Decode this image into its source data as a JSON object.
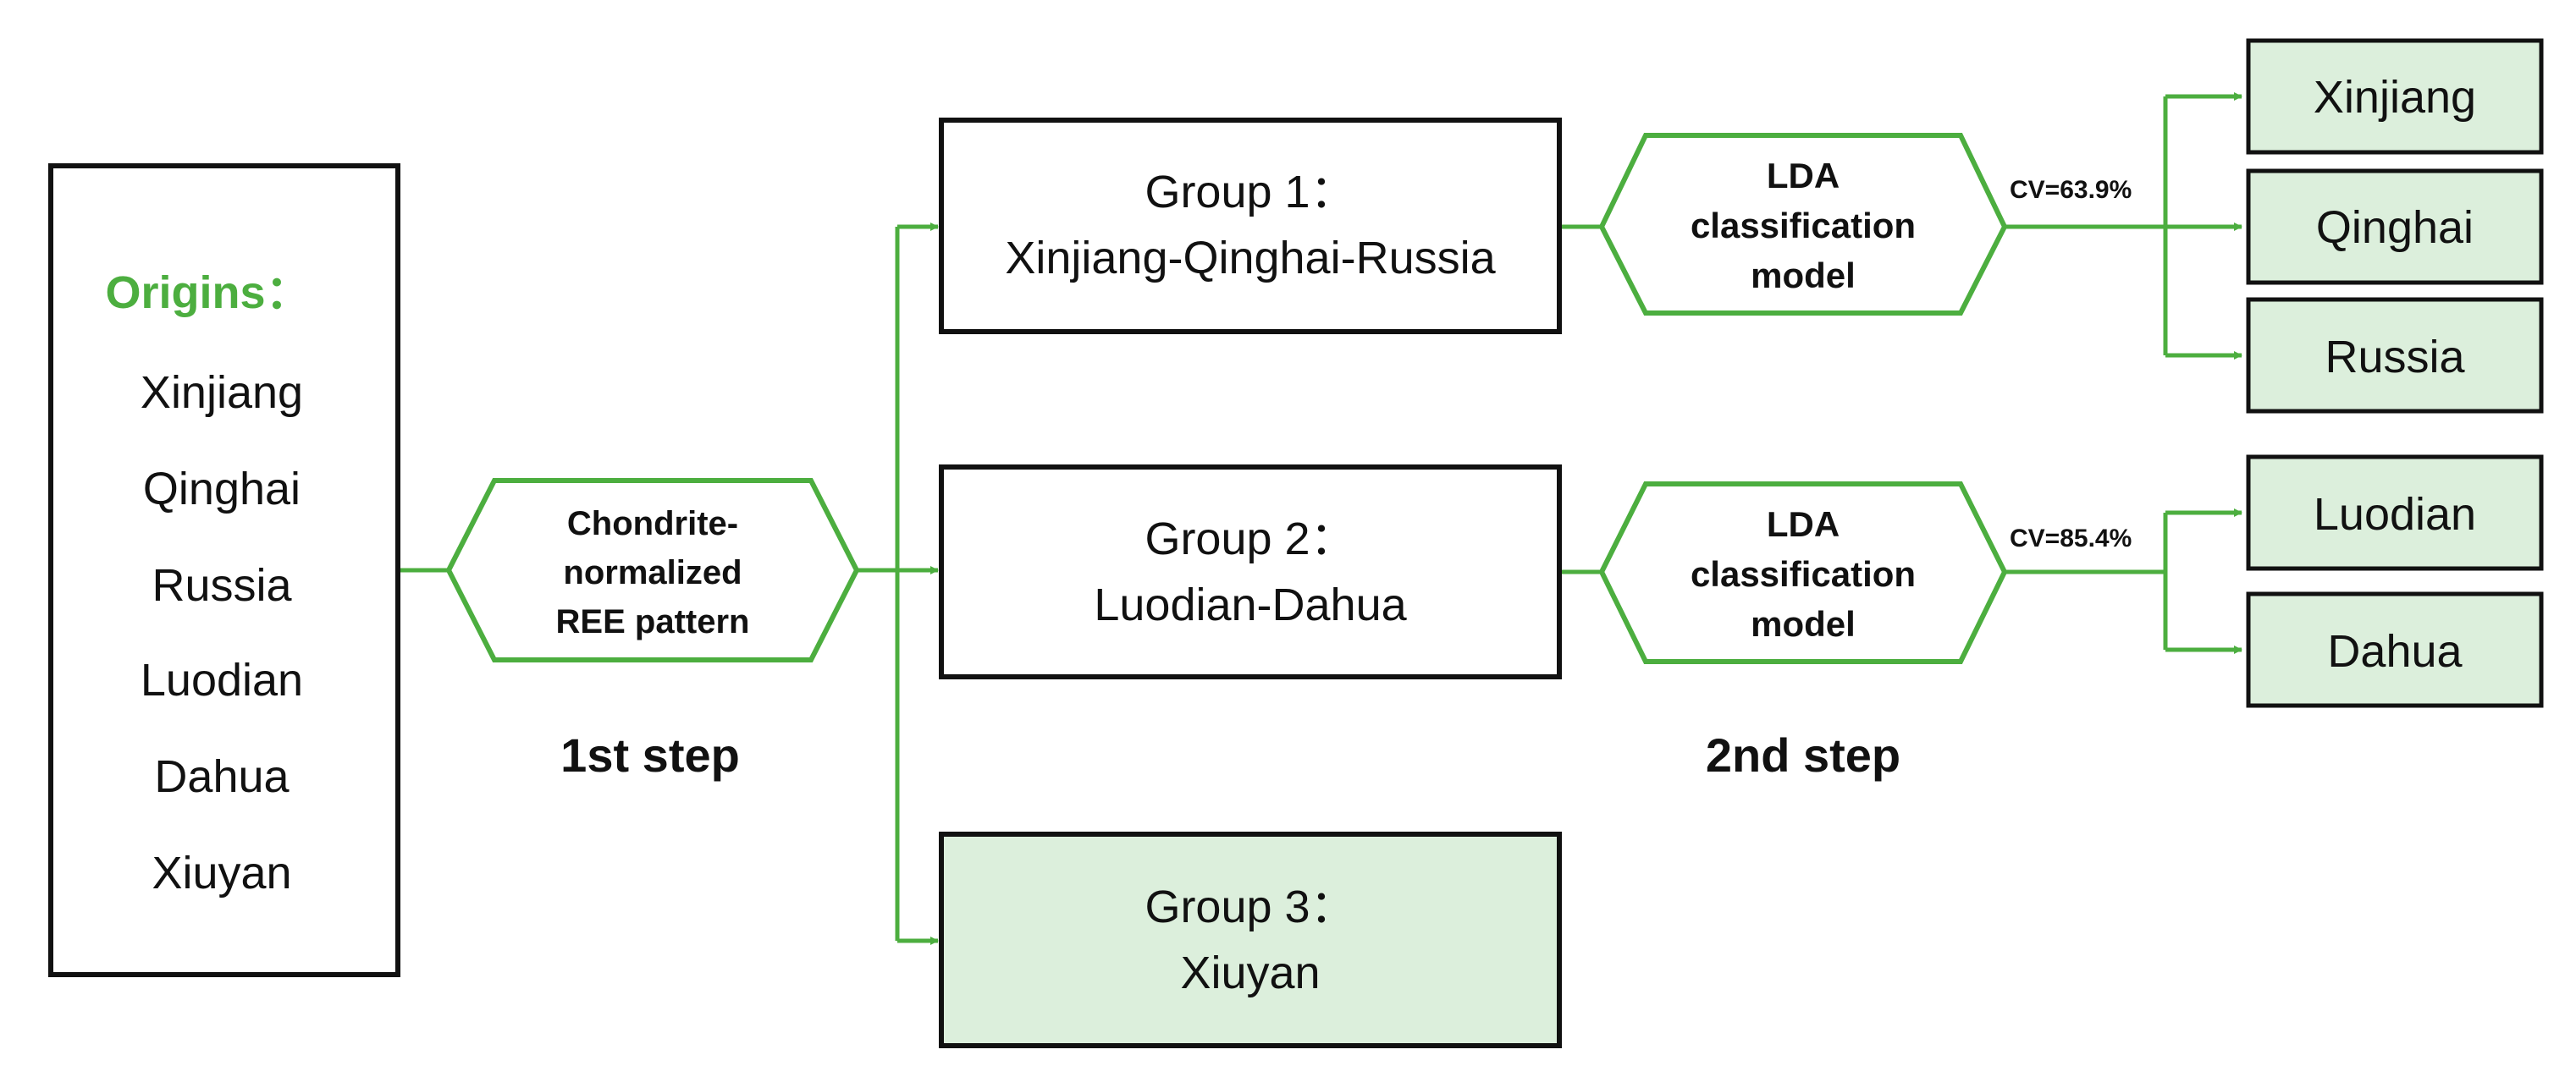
{
  "colors": {
    "accent_green": "#4cae3f",
    "light_green_fill": "#dcefdc",
    "box_border": "#111111",
    "text": "#111111"
  },
  "origins": {
    "title": "Origins：",
    "items": [
      "Xinjiang",
      "Qinghai",
      "Russia",
      "Luodian",
      "Dahua",
      "Xiuyan"
    ]
  },
  "step1": {
    "node_lines": [
      "Chondrite-",
      "normalized",
      "REE pattern"
    ],
    "label": "1st step"
  },
  "groups": [
    {
      "title": "Group 1：",
      "members": "Xinjiang-Qinghai-Russia"
    },
    {
      "title": "Group 2：",
      "members": "Luodian-Dahua"
    },
    {
      "title": "Group 3：",
      "members": "Xiuyan"
    }
  ],
  "step2": {
    "label": "2nd step",
    "models": [
      {
        "lines": [
          "LDA",
          "classification",
          "model"
        ],
        "cv": "CV=63.9%"
      },
      {
        "lines": [
          "LDA",
          "classification",
          "model"
        ],
        "cv": "CV=85.4%"
      }
    ]
  },
  "results": {
    "group1": [
      "Xinjiang",
      "Qinghai",
      "Russia"
    ],
    "group2": [
      "Luodian",
      "Dahua"
    ]
  }
}
